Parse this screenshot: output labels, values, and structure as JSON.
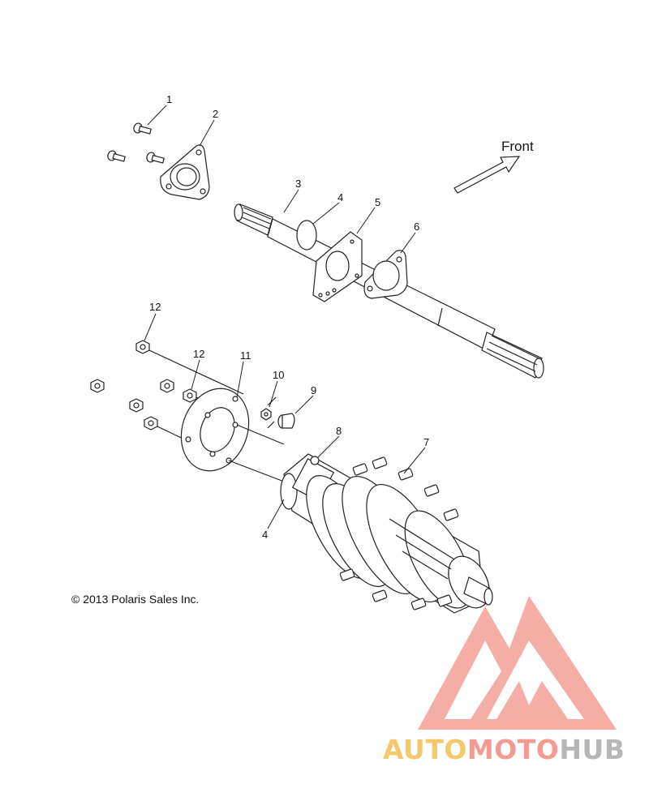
{
  "diagram": {
    "direction_label": "Front",
    "callouts": [
      "1",
      "2",
      "3",
      "4",
      "5",
      "6",
      "12",
      "12",
      "11",
      "10",
      "9",
      "8",
      "7",
      "4"
    ],
    "copyright": "© 2013 Polaris Sales Inc.",
    "watermark": {
      "part1": "AUTO",
      "part2": "MOTO",
      "part3": "HUB",
      "colors": {
        "auto": "#f6c86c",
        "moto": "#f59a90",
        "hub": "#b6b6b6",
        "logo": "#f4a097"
      }
    }
  }
}
